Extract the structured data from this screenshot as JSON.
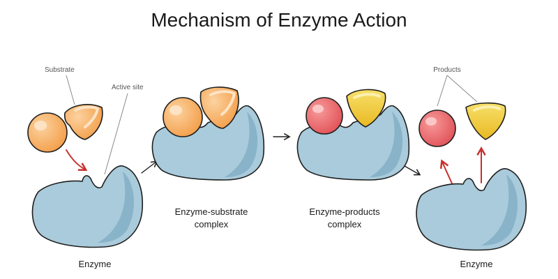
{
  "title": "Mechanism of Enzyme Action",
  "callouts": {
    "substrate": "Substrate",
    "active_site": "Active site",
    "products": "Products"
  },
  "labels": {
    "enzyme_left": "Enzyme",
    "es_complex_line1": "Enzyme-substrate",
    "es_complex_line2": "complex",
    "ep_complex_line1": "Enzyme-products",
    "ep_complex_line2": "complex",
    "enzyme_right": "Enzyme"
  },
  "colors": {
    "enzyme": "#a9cbdb",
    "enzyme_shade": "#88b3c9",
    "substrate": "#f7a855",
    "substrate_light": "#fbc88d",
    "product_sphere": "#f06a6a",
    "product_triangle": "#f2cf3b",
    "arrow_red": "#c8312e"
  }
}
